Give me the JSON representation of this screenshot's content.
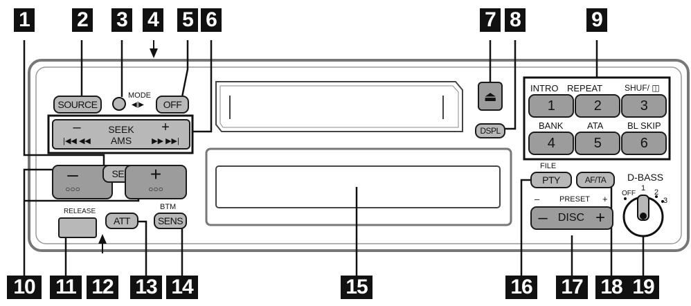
{
  "callouts": [
    "1",
    "2",
    "3",
    "4",
    "5",
    "6",
    "7",
    "8",
    "9",
    "10",
    "11",
    "12",
    "13",
    "14",
    "15",
    "16",
    "17",
    "18",
    "19"
  ],
  "buttons": {
    "source": "SOURCE",
    "mode": "MODE",
    "off": "OFF",
    "seek_minus": "–",
    "seek_label_1": "SEEK",
    "seek_label_2": "AMS",
    "seek_plus": "+",
    "seek_left_glyph": "|◀◀ ◀◀",
    "seek_right_glyph": "▶▶ ▶▶|",
    "sel": "SEL",
    "vol_minus": "–",
    "vol_plus": "+",
    "vol_dots": "○○○",
    "release": "RELEASE",
    "att": "ATT",
    "btm": "BTM",
    "sens": "SENS",
    "eject": "⏏",
    "dspl": "DSPL",
    "pty": "PTY",
    "file": "FILE",
    "af_ta": "AF/TA",
    "preset": "PRESET",
    "preset_minus": "–",
    "preset_plus": "+",
    "disc_minus": "–",
    "disc": "DISC",
    "disc_plus": "+",
    "dbass": "D-BASS",
    "dbass_off": "OFF",
    "dbass_1": "1",
    "dbass_2": "2",
    "dbass_3": "3"
  },
  "presets": [
    {
      "top": "INTRO",
      "num": "1"
    },
    {
      "top": "REPEAT",
      "num": "2"
    },
    {
      "top": "SHUF/ ◫",
      "num": "3"
    },
    {
      "top": "BANK",
      "num": "4"
    },
    {
      "top": "ATA",
      "num": "5"
    },
    {
      "top": "BL SKIP",
      "num": "6"
    }
  ]
}
